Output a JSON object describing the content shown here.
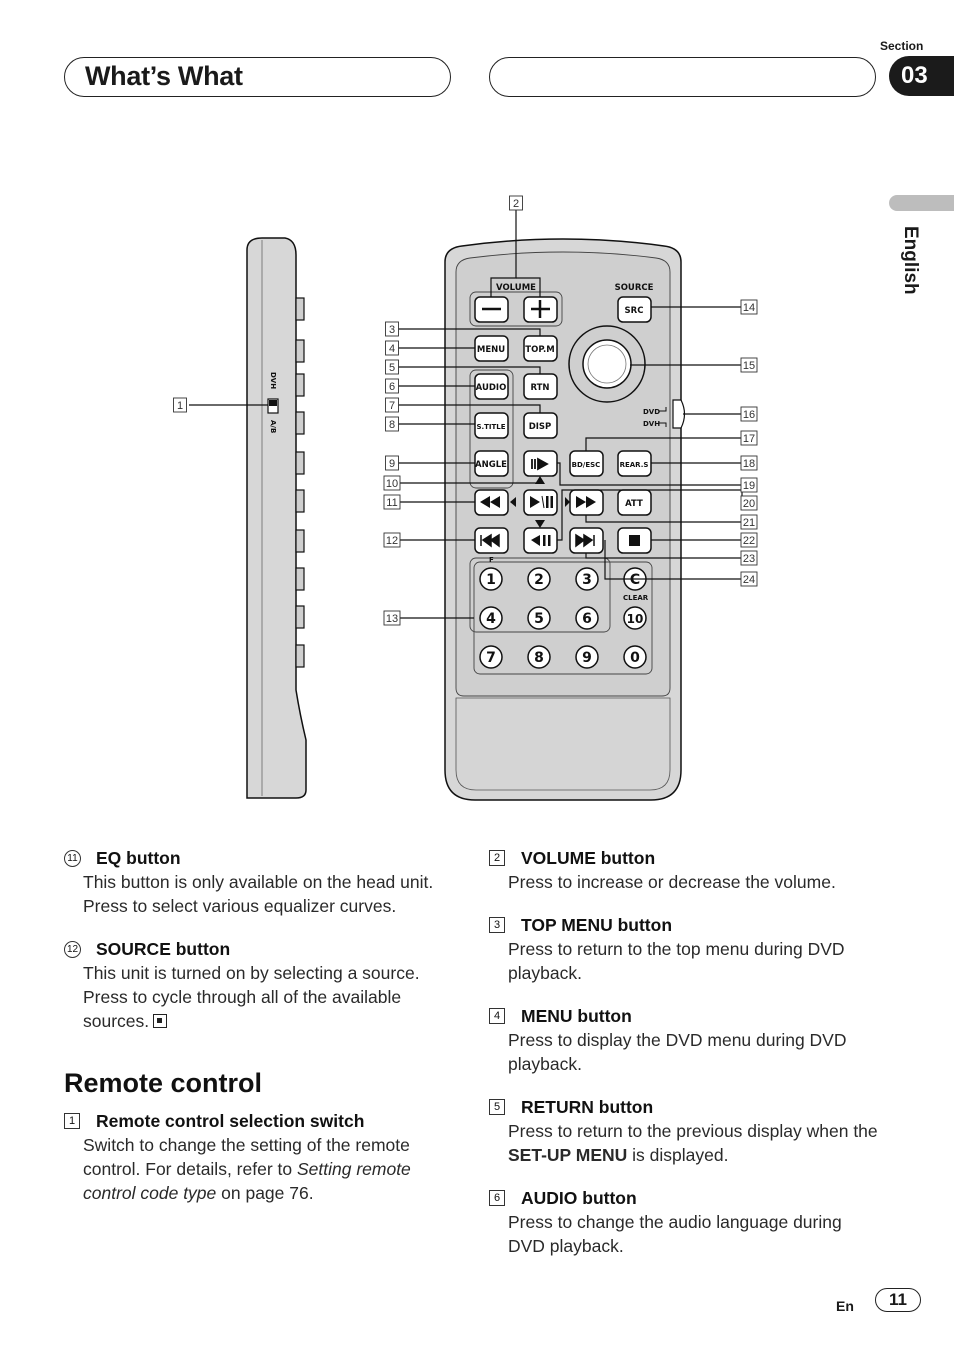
{
  "header": {
    "chapter_title": "What’s What",
    "section_label": "Section",
    "section_number": "03"
  },
  "side_tab": {
    "language": "English"
  },
  "figure": {
    "buttons": {
      "volume": "VOLUME",
      "source": "SOURCE",
      "src": "SRC",
      "menu": "MENU",
      "topm": "TOP.M",
      "audio": "AUDIO",
      "rtn": "RTN",
      "stitle": "S.TITLE",
      "disp": "DISP",
      "angle": "ANGLE",
      "bdesc": "BD/ESC",
      "rears": "REAR.S",
      "att": "ATT",
      "clear": "CLEAR",
      "c": "C",
      "f": "F",
      "dvd": "DVD",
      "dvh": "DVH",
      "side_dvh": "DVH",
      "side_ab": "A/B",
      "num": [
        "1",
        "2",
        "3",
        "4",
        "5",
        "6",
        "10",
        "7",
        "8",
        "9",
        "0"
      ]
    },
    "callouts": [
      "1",
      "2",
      "3",
      "4",
      "5",
      "6",
      "7",
      "8",
      "9",
      "10",
      "11",
      "12",
      "13",
      "14",
      "15",
      "16",
      "17",
      "18",
      "19",
      "20",
      "21",
      "22",
      "23",
      "24"
    ]
  },
  "left_column": {
    "entries": [
      {
        "num": "11",
        "title": "EQ button",
        "lines": [
          "This button is only available on the head unit.",
          "Press to select various equalizer curves."
        ]
      },
      {
        "num": "12",
        "title": "SOURCE button",
        "lines": [
          "This unit is turned on by selecting a source. Press to cycle through all of the available sources."
        ]
      }
    ],
    "section_heading": "Remote control",
    "remote_entries": [
      {
        "num": "1",
        "title": "Remote control selection switch",
        "text_a": "Switch to change the setting of the remote control. For details, refer to ",
        "text_italic": "Setting remote control code type",
        "text_b": " on page 76."
      }
    ]
  },
  "right_column": {
    "entries": [
      {
        "num": "2",
        "title": "VOLUME button",
        "text": "Press to increase or decrease the volume."
      },
      {
        "num": "3",
        "title": "TOP MENU button",
        "text": "Press to return to the top menu during DVD playback."
      },
      {
        "num": "4",
        "title": "MENU button",
        "text": "Press to display the DVD menu during DVD playback."
      },
      {
        "num": "5",
        "title": "RETURN button",
        "text_a": "Press to return to the previous display when the ",
        "text_bold": "SET-UP MENU",
        "text_b": " is displayed."
      },
      {
        "num": "6",
        "title": "AUDIO button",
        "text": "Press to change the audio language during DVD playback."
      }
    ]
  },
  "footer": {
    "lang": "En",
    "page": "11"
  }
}
